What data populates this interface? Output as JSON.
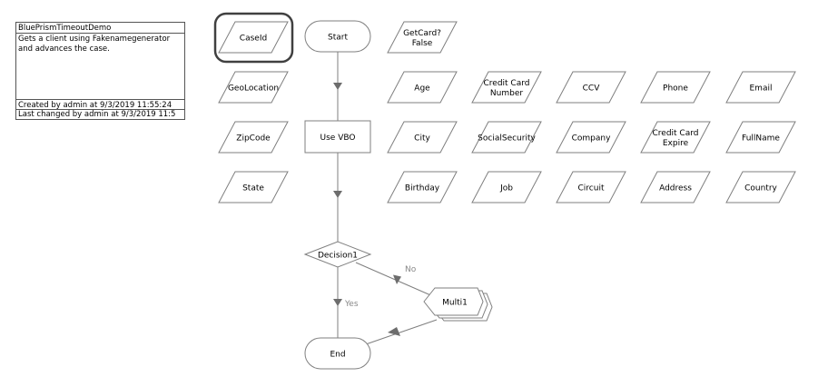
{
  "info": {
    "title": "BluePrismTimeoutDemo",
    "description": [
      "Gets a client using Fakenamegenerator",
      "and advances the case."
    ],
    "created": "Created by admin at 9/3/2019 11:55:24",
    "changed": "Last changed by admin at 9/3/2019 11:5"
  },
  "colors": {
    "stroke": "#7f7f7f",
    "arrow": "#6d6d6d",
    "selection": "#404040",
    "label": "#888888"
  },
  "flow": {
    "start": "Start",
    "vbo": "Use VBO",
    "decision": "Decision1",
    "multi": "Multi1",
    "end": "End",
    "yes": "Yes",
    "no": "No"
  },
  "data_items": [
    "CaseId",
    "GeoLocation",
    "ZipCode",
    "State",
    "GetCard?\nFalse",
    "Age",
    "City",
    "Birthday",
    "Credit Card\nNumber",
    "SocialSecurity",
    "Job",
    "CCV",
    "Company",
    "Circuit",
    "Phone",
    "Credit Card\nExpire",
    "Address",
    "Email",
    "FullName",
    "Country"
  ]
}
